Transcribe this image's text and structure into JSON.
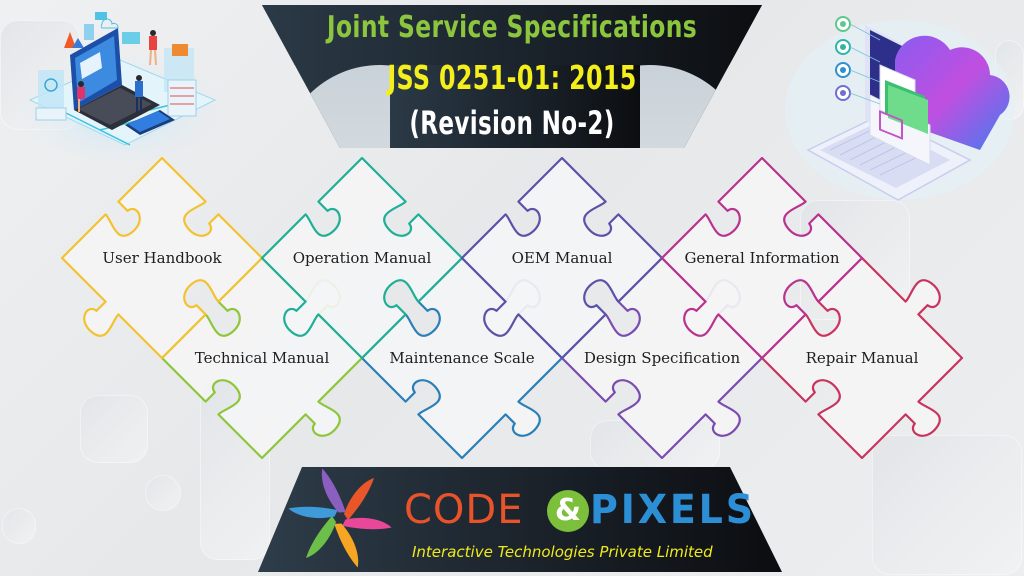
{
  "header": {
    "title": "Joint Service Specifications",
    "subtitle": "JSS 0251-01: 2015",
    "revision": "(Revision No-2)",
    "colors": {
      "title": "#8cc63f",
      "subtitle": "#f4ef1a",
      "revision": "#ffffff",
      "banner": "#1c232b"
    }
  },
  "puzzle": {
    "pieces": [
      {
        "label": "User Handbook",
        "row": "top",
        "color": "#f2c230"
      },
      {
        "label": "Operation Manual",
        "row": "top",
        "color": "#1fae96"
      },
      {
        "label": "OEM Manual",
        "row": "top",
        "color": "#5a52a8"
      },
      {
        "label": "General Information",
        "row": "top",
        "color": "#b8328e"
      },
      {
        "label": "Technical Manual",
        "row": "bottom",
        "color": "#8ec63a"
      },
      {
        "label": "Maintenance Scale",
        "row": "bottom",
        "color": "#2a7fb8"
      },
      {
        "label": "Design Specification",
        "row": "bottom",
        "color": "#7a4cb0"
      },
      {
        "label": "Repair Manual",
        "row": "bottom",
        "color": "#c8345e"
      }
    ]
  },
  "footer": {
    "brand_code": "CODE",
    "brand_amp": "&",
    "brand_pixels": "PIXELS",
    "tagline": "Interactive Technologies Private Limited",
    "colors": {
      "code": "#e8532a",
      "amp_bg": "#7bbf3a",
      "pixels": "#2c8fd6",
      "tagline": "#f0ea1c"
    }
  },
  "illustrations": {
    "left": "isometric-laptop-network-illustration",
    "right": "cloud-file-storage-laptop-illustration"
  }
}
